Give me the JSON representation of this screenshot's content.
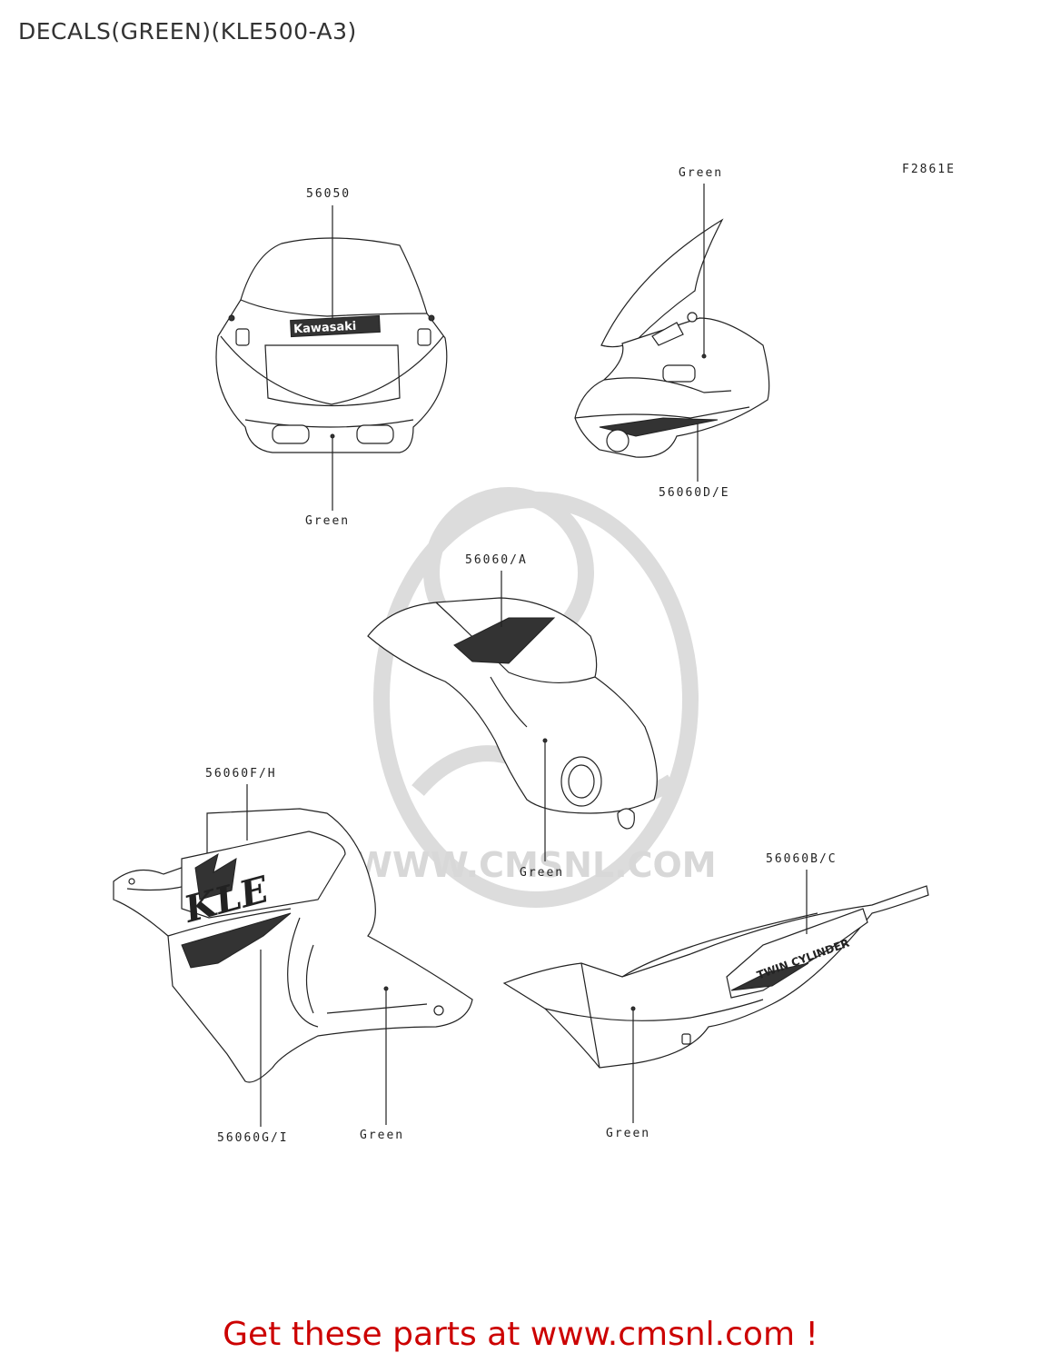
{
  "title": "DECALS(GREEN)(KLE500-A3)",
  "figure_code": "F2861E",
  "callouts": {
    "p56050": "56050",
    "green_top_right": "Green",
    "green_fairing_front": "Green",
    "p56060de": "56060D/E",
    "p56060a": "56060/A",
    "green_tank": "Green",
    "p56060fh": "56060F/H",
    "p56060bc": "56060B/C",
    "p56060gi": "56060G/I",
    "green_shroud": "Green",
    "green_side_cover": "Green"
  },
  "decal_text": {
    "fairing_logo": "Kawasaki",
    "side_cover_logo": "TWIN CYLINDER",
    "shroud_logo": "KLE"
  },
  "watermark": "WWW.CMSNL.COM",
  "footer": {
    "text": "Get these parts at www.cmsnl.com !",
    "color": "#cc0000"
  }
}
